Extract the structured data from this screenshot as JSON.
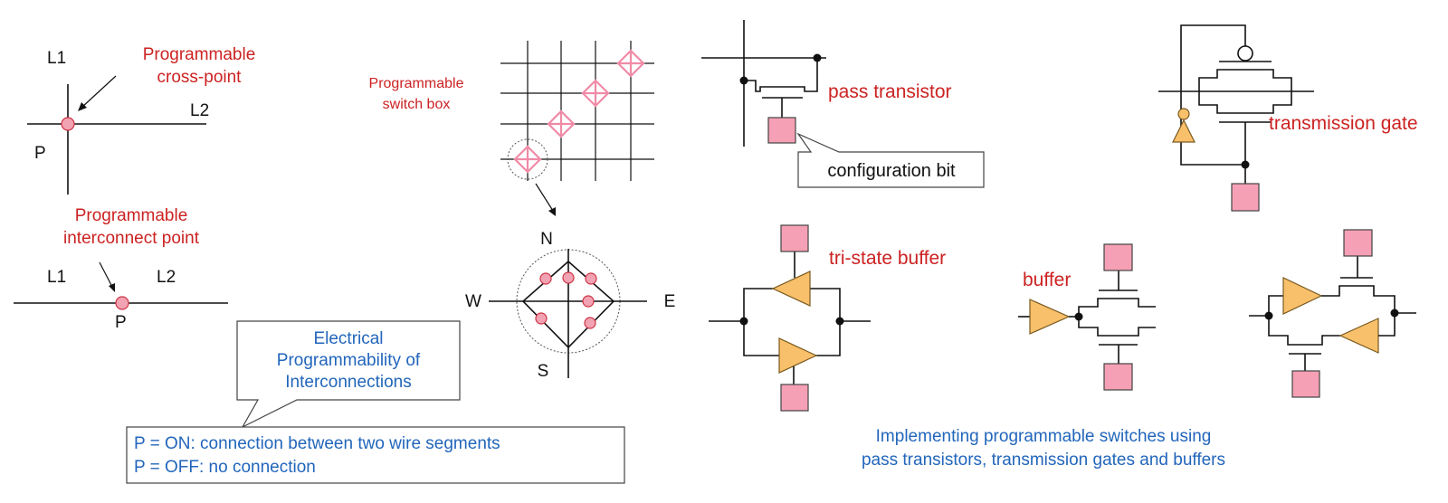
{
  "labels": {
    "cross_point_title_1": "Programmable",
    "cross_point_title_2": "cross-point",
    "L1_top": "L1",
    "L2_top": "L2",
    "P_top": "P",
    "interconnect_title_1": "Programmable",
    "interconnect_title_2": "interconnect point",
    "L1_bottom": "L1",
    "L2_bottom": "L2",
    "P_bottom": "P",
    "switch_box_1": "Programmable",
    "switch_box_2": "switch box",
    "north": "N",
    "south": "S",
    "west": "W",
    "east": "E",
    "elec_1": "Electrical",
    "elec_2": "Programmability of",
    "elec_3": "Interconnections",
    "p_on": "P = ON: connection between two wire segments",
    "p_off": "P = OFF: no connection",
    "pass_transistor": "pass transistor",
    "configuration_bit": "configuration bit",
    "transmission_gate": "transmission gate",
    "tri_state_buffer": "tri-state buffer",
    "buffer": "buffer",
    "summary_1": "Implementing programmable switches using",
    "summary_2": "pass transistors, transmission gates and buffers"
  },
  "colors": {
    "label_red": "#cc2222",
    "label_blue": "#2266bb",
    "config_bit_pink": "#f5a0b4",
    "buffer_orange": "#f8c06a",
    "switch_diamond": "#f08aa6"
  }
}
